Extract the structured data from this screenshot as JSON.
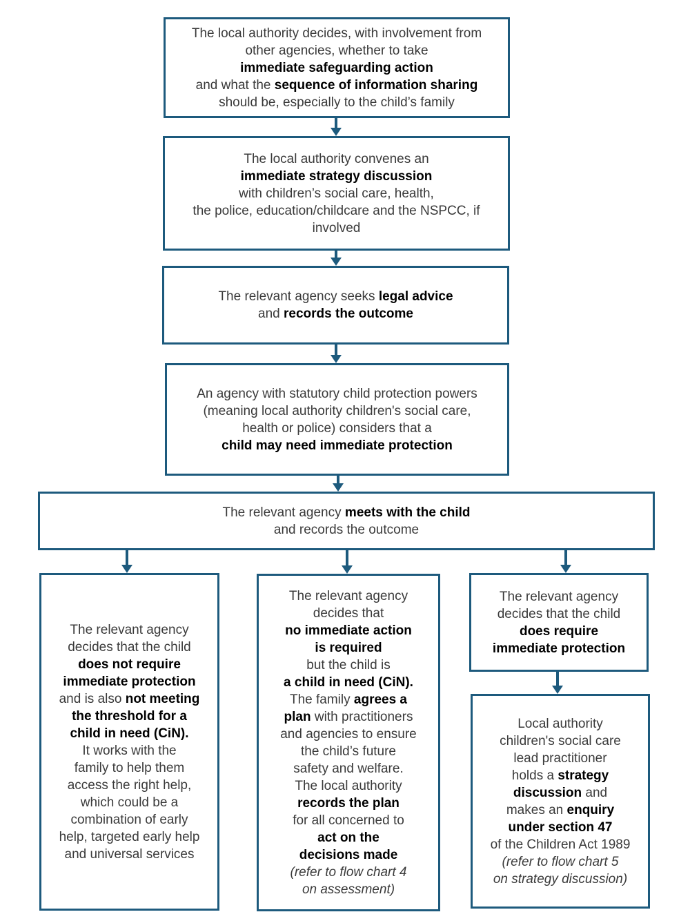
{
  "colors": {
    "border": "#1d5a7d",
    "arrow": "#1d5a7d",
    "text": "#3a3a3a",
    "bold_text": "#000000",
    "background": "#ffffff"
  },
  "flow": {
    "safeguarding_decision": {
      "lines": [
        [
          {
            "t": "The local authority decides, with involvement from"
          }
        ],
        [
          {
            "t": "other agencies, whether to take"
          }
        ],
        [
          {
            "t": "immediate safeguarding action",
            "s": "b"
          }
        ],
        [
          {
            "t": "and what the "
          },
          {
            "t": "sequence of information sharing",
            "s": "b"
          }
        ],
        [
          {
            "t": "should be, especially to the child’s family"
          }
        ]
      ]
    },
    "strategy_discussion": {
      "lines": [
        [
          {
            "t": "The local authority convenes an"
          }
        ],
        [
          {
            "t": "immediate strategy discussion",
            "s": "b"
          }
        ],
        [
          {
            "t": "with children’s social care, health,"
          }
        ],
        [
          {
            "t": "the police, education/childcare and the NSPCC, if"
          }
        ],
        [
          {
            "t": "involved"
          }
        ]
      ]
    },
    "legal_advice": {
      "lines": [
        [
          {
            "t": "The relevant agency seeks "
          },
          {
            "t": "legal advice",
            "s": "b"
          }
        ],
        [
          {
            "t": "and "
          },
          {
            "t": "records the outcome",
            "s": "b"
          }
        ]
      ]
    },
    "may_need_protection": {
      "lines": [
        [
          {
            "t": "An agency with statutory child protection powers"
          }
        ],
        [
          {
            "t": "(meaning local authority children's social care,"
          }
        ],
        [
          {
            "t": "health or police) considers that a"
          }
        ],
        [
          {
            "t": "child may need immediate protection",
            "s": "b"
          }
        ]
      ]
    },
    "meets_child": {
      "lines": [
        [
          {
            "t": "The relevant agency "
          },
          {
            "t": "meets with the child",
            "s": "b"
          }
        ],
        [
          {
            "t": "and records the outcome"
          }
        ]
      ]
    },
    "no_protection_not_cin": {
      "lines": [
        [
          {
            "t": "The relevant agency"
          }
        ],
        [
          {
            "t": "decides that the child"
          }
        ],
        [
          {
            "t": "does not require",
            "s": "b"
          }
        ],
        [
          {
            "t": "immediate protection",
            "s": "b"
          }
        ],
        [
          {
            "t": "and is also "
          },
          {
            "t": "not meeting",
            "s": "b"
          }
        ],
        [
          {
            "t": "the threshold for a",
            "s": "b"
          }
        ],
        [
          {
            "t": "child in need (CiN).",
            "s": "b"
          }
        ],
        [
          {
            "t": "It works with the"
          }
        ],
        [
          {
            "t": "family to help them"
          }
        ],
        [
          {
            "t": "access the right help,"
          }
        ],
        [
          {
            "t": "which could be a"
          }
        ],
        [
          {
            "t": "combination of early"
          }
        ],
        [
          {
            "t": "help, targeted early help"
          }
        ],
        [
          {
            "t": "and universal services"
          }
        ]
      ]
    },
    "no_action_cin": {
      "lines": [
        [
          {
            "t": "The relevant agency"
          }
        ],
        [
          {
            "t": "decides that"
          }
        ],
        [
          {
            "t": "no immediate action",
            "s": "b"
          }
        ],
        [
          {
            "t": "is required",
            "s": "b"
          }
        ],
        [
          {
            "t": "but the child is"
          }
        ],
        [
          {
            "t": "a child in need (CiN).",
            "s": "b"
          }
        ],
        [
          {
            "t": "The family "
          },
          {
            "t": "agrees a",
            "s": "b"
          }
        ],
        [
          {
            "t": "plan",
            "s": "b"
          },
          {
            "t": " with practitioners"
          }
        ],
        [
          {
            "t": "and agencies to ensure"
          }
        ],
        [
          {
            "t": "the child’s future"
          }
        ],
        [
          {
            "t": "safety and welfare."
          }
        ],
        [
          {
            "t": "The local authority"
          }
        ],
        [
          {
            "t": "records the plan",
            "s": "b"
          }
        ],
        [
          {
            "t": "for all concerned to"
          }
        ],
        [
          {
            "t": "act on the",
            "s": "b"
          }
        ],
        [
          {
            "t": "decisions made",
            "s": "b"
          }
        ],
        [
          {
            "t": "(refer to flow chart 4",
            "s": "i"
          }
        ],
        [
          {
            "t": "on assessment)",
            "s": "i"
          }
        ]
      ]
    },
    "requires_protection": {
      "lines": [
        [
          {
            "t": "The relevant agency"
          }
        ],
        [
          {
            "t": "decides that the child"
          }
        ],
        [
          {
            "t": "does require",
            "s": "b"
          }
        ],
        [
          {
            "t": "immediate protection",
            "s": "b"
          }
        ]
      ]
    },
    "section_47": {
      "lines": [
        [
          {
            "t": "Local authority"
          }
        ],
        [
          {
            "t": "children's social care"
          }
        ],
        [
          {
            "t": "lead practitioner"
          }
        ],
        [
          {
            "t": "holds a "
          },
          {
            "t": "strategy",
            "s": "b"
          }
        ],
        [
          {
            "t": "discussion",
            "s": "b"
          },
          {
            "t": " and"
          }
        ],
        [
          {
            "t": "makes an "
          },
          {
            "t": "enquiry",
            "s": "b"
          }
        ],
        [
          {
            "t": "under section 47",
            "s": "b"
          }
        ],
        [
          {
            "t": "of the Children Act 1989"
          }
        ],
        [
          {
            "t": "(refer to flow chart 5",
            "s": "i"
          }
        ],
        [
          {
            "t": "on strategy discussion)",
            "s": "i"
          }
        ]
      ]
    }
  }
}
